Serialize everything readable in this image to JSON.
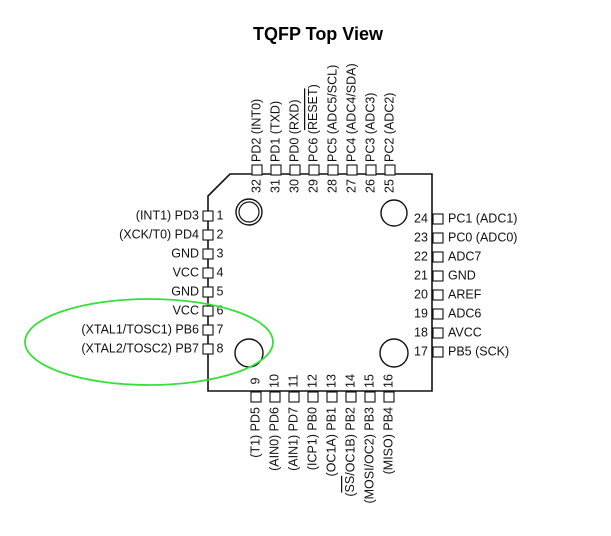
{
  "title": "TQFP Top View",
  "colors": {
    "ink": "#111111",
    "highlight": "#35e03a",
    "background": "#ffffff"
  },
  "pins": {
    "left": [
      {
        "num": "1",
        "label": "(INT1) PD3"
      },
      {
        "num": "2",
        "label": "(XCK/T0) PD4"
      },
      {
        "num": "3",
        "label": "GND"
      },
      {
        "num": "4",
        "label": "VCC"
      },
      {
        "num": "5",
        "label": "GND"
      },
      {
        "num": "6",
        "label": "VCC"
      },
      {
        "num": "7",
        "label": "(XTAL1/TOSC1) PB6"
      },
      {
        "num": "8",
        "label": "(XTAL2/TOSC2) PB7"
      }
    ],
    "bottom": [
      {
        "num": "9",
        "label": "(T1) PD5"
      },
      {
        "num": "10",
        "label": "(AIN0) PD6"
      },
      {
        "num": "11",
        "label": "(AIN1) PD7"
      },
      {
        "num": "12",
        "label": "(ICP1) PB0"
      },
      {
        "num": "13",
        "label": "(OC1A) PB1"
      },
      {
        "num": "14",
        "label": "(SS/OC1B) PB2"
      },
      {
        "num": "15",
        "label": "(MOSI/OC2) PB3"
      },
      {
        "num": "16",
        "label": "(MISO) PB4"
      }
    ],
    "right": [
      {
        "num": "17",
        "label": "PB5 (SCK)"
      },
      {
        "num": "18",
        "label": "AVCC"
      },
      {
        "num": "19",
        "label": "ADC6"
      },
      {
        "num": "20",
        "label": "AREF"
      },
      {
        "num": "21",
        "label": "GND"
      },
      {
        "num": "22",
        "label": "ADC7"
      },
      {
        "num": "23",
        "label": "PC0 (ADC0)"
      },
      {
        "num": "24",
        "label": "PC1 (ADC1)"
      }
    ],
    "top": [
      {
        "num": "25",
        "label": "PC2 (ADC2)"
      },
      {
        "num": "26",
        "label": "PC3 (ADC3)"
      },
      {
        "num": "27",
        "label": "PC4 (ADC4/SDA)"
      },
      {
        "num": "28",
        "label": "PC5 (ADC5/SCL)"
      },
      {
        "num": "29",
        "label": "PC6 (RESET)"
      },
      {
        "num": "30",
        "label": "PD0 (RXD)"
      },
      {
        "num": "31",
        "label": "PD1 (TXD)"
      },
      {
        "num": "32",
        "label": "PD2 (INT0)"
      }
    ]
  }
}
